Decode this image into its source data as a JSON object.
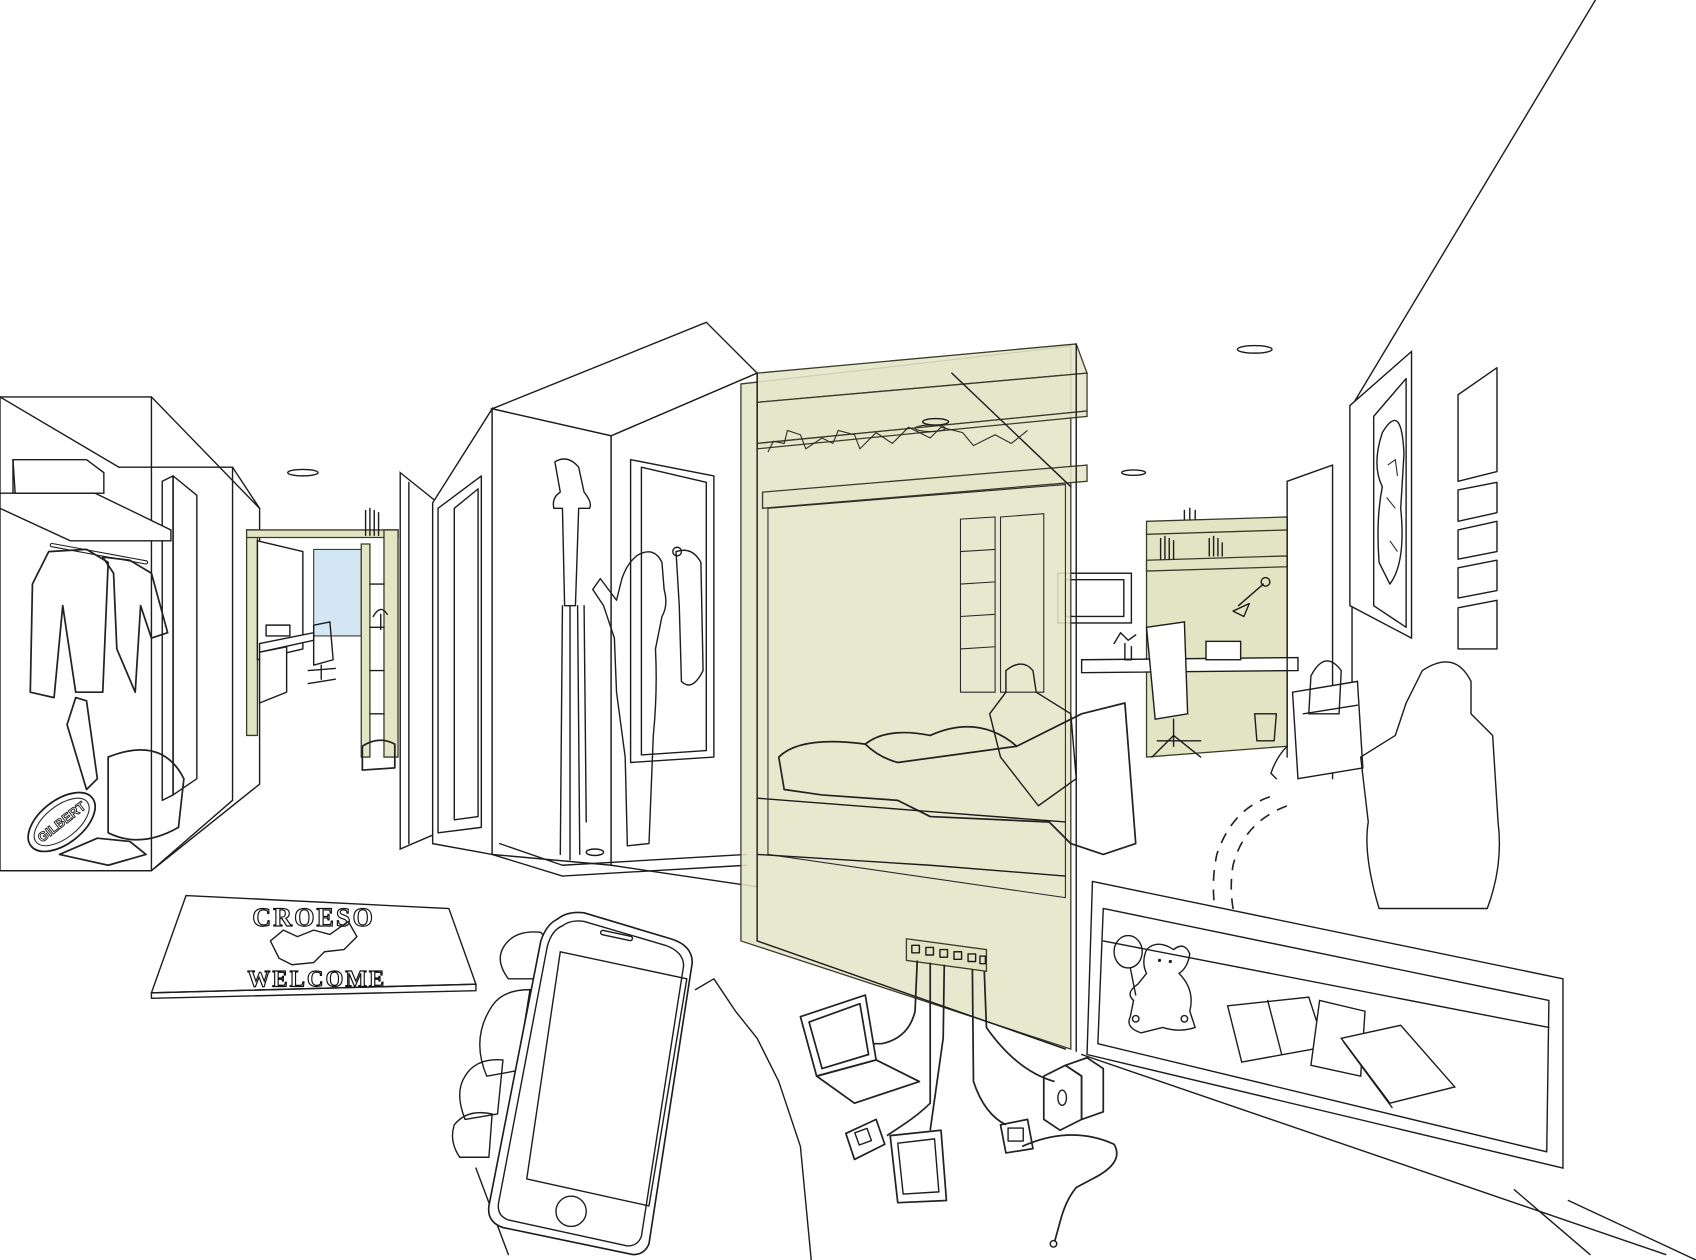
{
  "illustration": {
    "subject": "Cutaway perspective sketch of a student bedroom pod with en-suite shower, wardrobe, corridor and connected devices",
    "palette": {
      "line": "#1c1c1c",
      "pod_fill": "#e4e6c8",
      "window_fill": "#d3e6f4",
      "background": "#ffffff"
    }
  },
  "doormat": {
    "top_text": "CROESO",
    "bottom_text": "WELCOME",
    "emblem": "welsh-dragon"
  },
  "wardrobe": {
    "rugby_ball_text": "GILBERT",
    "items": [
      "storage-box",
      "hanging-rail",
      "coats",
      "bag",
      "shoes",
      "rugby-ball"
    ]
  },
  "network_hub": {
    "port_count": 6,
    "connected_devices": [
      "laptop",
      "mp3-player",
      "tablet",
      "media-player",
      "speakers",
      "earphones"
    ]
  },
  "window_seat": {
    "items": [
      "teddy-bear-with-balloon",
      "open-card",
      "book",
      "notebook"
    ]
  },
  "wall_art": {
    "portrait_frames": 1,
    "small_frames": 5
  }
}
